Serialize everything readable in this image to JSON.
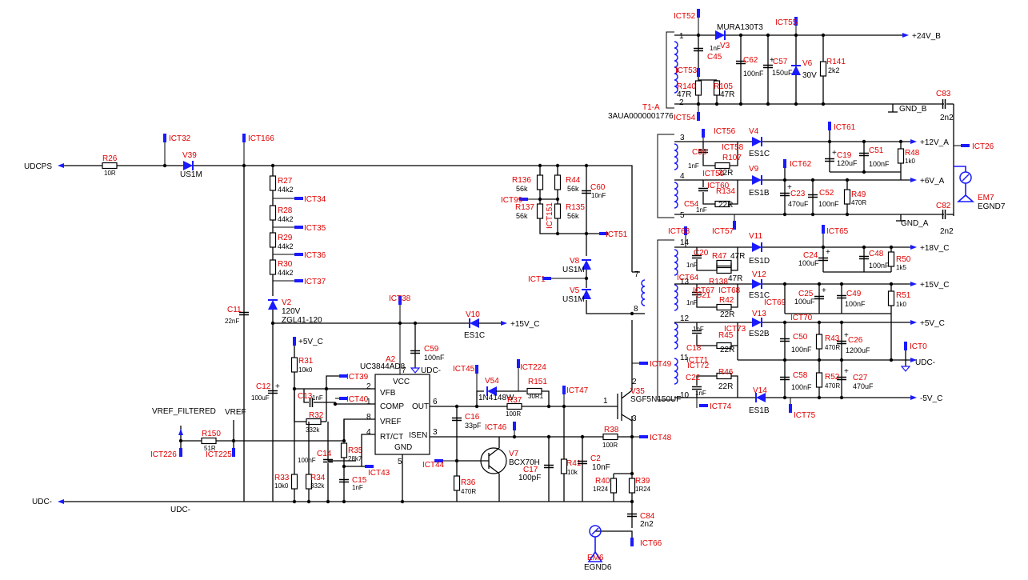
{
  "nets": {
    "udcps": "UDCPS",
    "udc_minus": "UDC-",
    "vref_filtered": "VREF_FILTERED",
    "vref": "VREF",
    "p15v_c_left": "+15V_C",
    "p5v_c_left": "+5V_C",
    "p24v_b": "+24V_B",
    "gnd_b": "GND_B",
    "p12v_a": "+12V_A",
    "p6v_a": "+6V_A",
    "gnd_a": "GND_A",
    "p18v_c": "+18V_C",
    "p15v_c": "+15V_C",
    "p5v_c": "+5V_C",
    "udc_minus_right": "UDC-",
    "m5v_c": "-5V_C",
    "udc_minus_bus": "UDC-",
    "udc_minus_cap": "UDC-"
  },
  "transformer": {
    "ref": "T1-A",
    "part": "3AUA0000001776"
  },
  "ic": {
    "ref": "A2",
    "part": "UC3844AD8",
    "pins": {
      "vcc": "VCC",
      "vfb": "VFB",
      "comp": "COMP",
      "vref": "VREF",
      "rtct": "RT/CT",
      "out": "OUT",
      "isen": "ISEN",
      "gnd": "GND"
    },
    "pin_numbers": {
      "vcc": "7",
      "vfb": "2",
      "comp": "1",
      "vref": "8",
      "rtct": "4",
      "out": "6",
      "isen": "3",
      "gnd": "5"
    }
  },
  "test_points": {
    "ict32": "ICT32",
    "ict166": "ICT166",
    "ict34": "ICT34",
    "ict35": "ICT35",
    "ict36": "ICT36",
    "ict37": "ICT37",
    "ict38": "ICT38",
    "ict39": "ICT39",
    "ict40": "ICT40",
    "ict43": "ICT43",
    "ict44": "ICT44",
    "ict45": "ICT45",
    "ict46": "ICT46",
    "ict47": "ICT47",
    "ict48": "ICT48",
    "ict49": "ICT49",
    "ict224": "ICT224",
    "ict1": "ICT1",
    "ict51": "ICT51",
    "ict99": "ICT99",
    "ict151": "ICT151",
    "ict226": "ICT226",
    "ict225": "ICT225",
    "ict66": "ICT66",
    "ict52": "ICT52",
    "ict53": "ICT53",
    "ict54": "ICT54",
    "ict55": "ICT55",
    "ict56": "ICT56",
    "ict58": "ICT58",
    "ict59": "ICT59",
    "ict60": "ICT60",
    "ict61": "ICT61",
    "ict62": "ICT62",
    "ict57": "ICT57",
    "ict26": "ICT26",
    "ict63": "ICT63",
    "ict65": "ICT65",
    "ict64": "ICT64",
    "ict67": "ICT67",
    "ict68": "ICT68",
    "ict69": "ICT69",
    "ict70": "ICT70",
    "ict71": "ICT71",
    "ict72": "ICT72",
    "ict73": "ICT73",
    "ict74": "ICT74",
    "ict75": "ICT75",
    "ict0": "ICT0"
  },
  "components": {
    "r26": {
      "ref": "R26",
      "val": "10R"
    },
    "v39": {
      "ref": "V39",
      "val": "US1M"
    },
    "r27": {
      "ref": "R27",
      "val": "44k2"
    },
    "r28": {
      "ref": "R28",
      "val": "44k2"
    },
    "r29": {
      "ref": "R29",
      "val": "44k2"
    },
    "r30": {
      "ref": "R30",
      "val": "44k2"
    },
    "v2": {
      "ref": "V2",
      "val": "120V",
      "part": "ZGL41-120"
    },
    "c11": {
      "ref": "C11",
      "val": "22nF"
    },
    "c12": {
      "ref": "C12",
      "val": "100uF"
    },
    "r31": {
      "ref": "R31",
      "val": "10k0"
    },
    "c13": {
      "ref": "C13",
      "val": "1nF"
    },
    "r32": {
      "ref": "R32",
      "val": "332k"
    },
    "r33": {
      "ref": "R33",
      "val": "10k0"
    },
    "r34": {
      "ref": "R34",
      "val": "332k"
    },
    "c14": {
      "ref": "C14",
      "val": "100nF"
    },
    "r35": {
      "ref": "R35",
      "val": "28k7"
    },
    "c15": {
      "ref": "C15",
      "val": "1nF"
    },
    "r150": {
      "ref": "R150",
      "val": "51R"
    },
    "c59": {
      "ref": "C59",
      "val": "100nF"
    },
    "v10": {
      "ref": "V10",
      "val": "ES1C"
    },
    "c16": {
      "ref": "C16",
      "val": "33pF"
    },
    "v54": {
      "ref": "V54",
      "val": "1N4148W"
    },
    "r151": {
      "ref": "R151",
      "val": "30R1"
    },
    "r37": {
      "ref": "R37",
      "val": "100R"
    },
    "r36": {
      "ref": "R36",
      "val": "470R"
    },
    "v7": {
      "ref": "V7",
      "val": "BCX70H"
    },
    "c17": {
      "ref": "C17",
      "val": "100pF"
    },
    "r41": {
      "ref": "R41",
      "val": "10k"
    },
    "c2": {
      "ref": "C2",
      "val": "10nF"
    },
    "r40": {
      "ref": "R40",
      "val": "1R24"
    },
    "r39": {
      "ref": "R39",
      "val": "1R24"
    },
    "r38": {
      "ref": "R38",
      "val": "100R"
    },
    "c84": {
      "ref": "C84",
      "val": "2n2"
    },
    "em6": {
      "ref": "EM6",
      "val": "EGND6"
    },
    "v35": {
      "ref": "V35",
      "val": "SGF5N150UF"
    },
    "v8": {
      "ref": "V8",
      "val": "US1M"
    },
    "v5": {
      "ref": "V5",
      "val": "US1M"
    },
    "r136": {
      "ref": "R136",
      "val": "56k"
    },
    "r44": {
      "ref": "R44",
      "val": "56k"
    },
    "r137": {
      "ref": "R137",
      "val": "56k"
    },
    "r135": {
      "ref": "R135",
      "val": "56k"
    },
    "c60": {
      "ref": "C60",
      "val": "10nF"
    },
    "v3": {
      "ref": "V3",
      "val": "MURA130T3"
    },
    "c45": {
      "ref": "C45",
      "val": "1nF"
    },
    "r140": {
      "ref": "R140",
      "val": "47R"
    },
    "r105": {
      "ref": "R105",
      "val": "47R"
    },
    "c62": {
      "ref": "C62",
      "val": "100nF"
    },
    "c57": {
      "ref": "C57",
      "val": "150uF"
    },
    "v6": {
      "ref": "V6",
      "val": "30V"
    },
    "r141": {
      "ref": "R141",
      "val": "2k2"
    },
    "c83": {
      "ref": "C83",
      "val": "2n2"
    },
    "v4": {
      "ref": "V4",
      "val": "ES1C"
    },
    "c56": {
      "ref": "C56",
      "val": "1nF"
    },
    "r107": {
      "ref": "R107",
      "val": "22R"
    },
    "c19": {
      "ref": "C19",
      "val": "120uF"
    },
    "c51": {
      "ref": "C51",
      "val": "100nF"
    },
    "r48": {
      "ref": "R48",
      "val": "1k0"
    },
    "v9": {
      "ref": "V9",
      "val": "ES1B"
    },
    "c54": {
      "ref": "C54",
      "val": "1nF"
    },
    "r134": {
      "ref": "R134",
      "val": "22R"
    },
    "c23": {
      "ref": "C23",
      "val": "470uF"
    },
    "c52": {
      "ref": "C52",
      "val": "100nF"
    },
    "r49": {
      "ref": "R49",
      "val": "470R"
    },
    "c82": {
      "ref": "C82",
      "val": "2n2"
    },
    "em7": {
      "ref": "EM7",
      "val": "EGND7"
    },
    "v11": {
      "ref": "V11",
      "val": "ES1D"
    },
    "c20": {
      "ref": "C20",
      "val": "1nF"
    },
    "r47": {
      "ref": "R47",
      "val": "47R"
    },
    "r138": {
      "ref": "R138",
      "val": "47R"
    },
    "c24": {
      "ref": "C24",
      "val": "100uF"
    },
    "c48": {
      "ref": "C48",
      "val": "100nF"
    },
    "r50": {
      "ref": "R50",
      "val": "1k5"
    },
    "v12": {
      "ref": "V12",
      "val": "ES1C"
    },
    "c21": {
      "ref": "C21",
      "val": "1nF"
    },
    "r42": {
      "ref": "R42",
      "val": "22R"
    },
    "c25": {
      "ref": "C25",
      "val": "100uF"
    },
    "c49": {
      "ref": "C49",
      "val": "100nF"
    },
    "r51": {
      "ref": "R51",
      "val": "1k0"
    },
    "v13": {
      "ref": "V13",
      "val": "ES2B"
    },
    "c18": {
      "ref": "C18",
      "val": "1nF"
    },
    "r45": {
      "ref": "R45",
      "val": "22R"
    },
    "c50": {
      "ref": "C50",
      "val": "100nF"
    },
    "r43": {
      "ref": "R43",
      "val": "470R"
    },
    "c26": {
      "ref": "C26",
      "val": "1200uF"
    },
    "c22": {
      "ref": "C22",
      "val": "1nF"
    },
    "r46": {
      "ref": "R46",
      "val": "22R"
    },
    "c58": {
      "ref": "C58",
      "val": "100nF"
    },
    "r52": {
      "ref": "R52",
      "val": "470R"
    },
    "c27": {
      "ref": "C27",
      "val": "470uF"
    },
    "v14": {
      "ref": "V14",
      "val": "ES1B"
    }
  },
  "pins": {
    "p1": "1",
    "p2": "2",
    "p3": "3",
    "p4": "4",
    "p5": "5",
    "p7": "7",
    "p8": "8",
    "p10": "10",
    "p11": "11",
    "p12": "12",
    "p13": "13",
    "p14": "14",
    "q1": "1",
    "q2": "2",
    "q3": "3"
  },
  "colors": {
    "ref": "#e00000",
    "testpoint": "#1a1aff",
    "wire": "#000000"
  }
}
